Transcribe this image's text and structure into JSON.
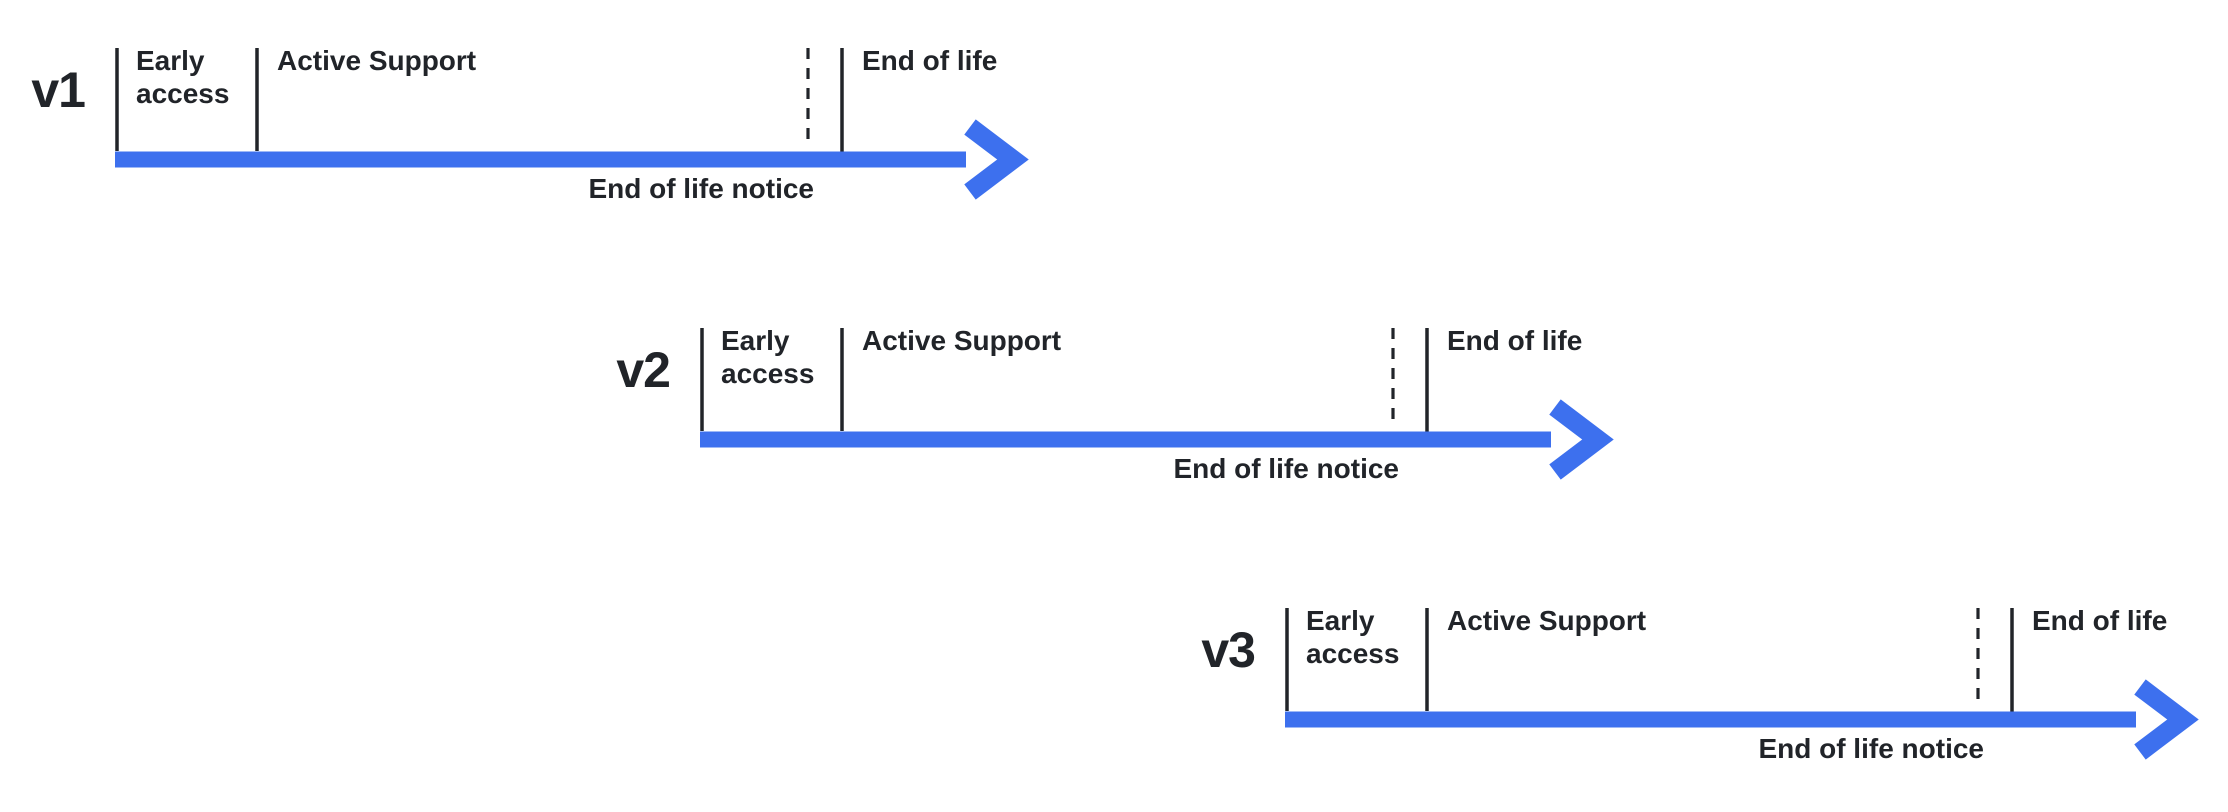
{
  "diagram": {
    "type": "version-lifecycle-timeline",
    "rows": [
      {
        "version": "v1",
        "phases": {
          "early_access": "Early access",
          "active_support": "Active Support",
          "end_of_life": "End of life"
        },
        "notice": "End of life notice"
      },
      {
        "version": "v2",
        "phases": {
          "early_access": "Early access",
          "active_support": "Active Support",
          "end_of_life": "End of life"
        },
        "notice": "End of life notice"
      },
      {
        "version": "v3",
        "phases": {
          "early_access": "Early access",
          "active_support": "Active Support",
          "end_of_life": "End of life"
        },
        "notice": "End of life notice"
      }
    ]
  },
  "colors": {
    "timeline_blue": "#3D70EE",
    "ink": "#212429",
    "background": "#FFFFFF"
  }
}
